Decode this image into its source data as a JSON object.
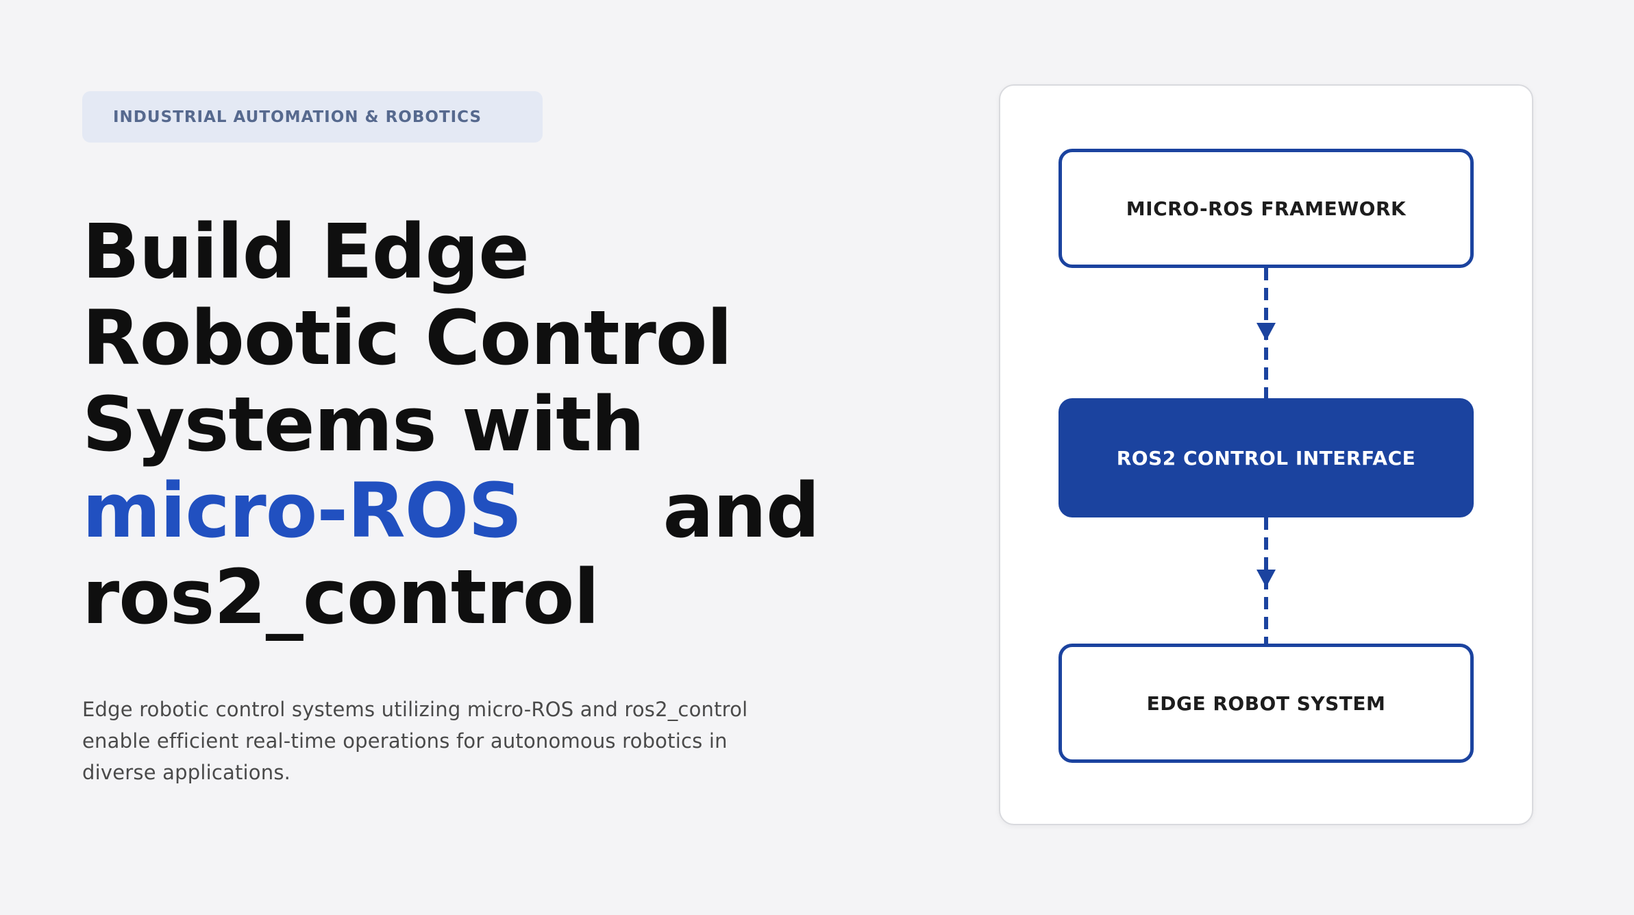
{
  "hero": {
    "badge_label": "INDUSTRIAL AUTOMATION & ROBOTICS",
    "heading": {
      "line1": "Build Edge",
      "line2": "Robotic Control",
      "line3": "Systems with",
      "accent": "micro-ROS",
      "after_accent": "and",
      "line5": "ros2_control"
    },
    "description": "Edge robotic control systems utilizing micro-ROS and ros2_control enable efficient real-time operations for autonomous robotics in diverse applications."
  },
  "diagram": {
    "nodes": [
      {
        "label": "MICRO-ROS FRAMEWORK",
        "variant": "outline"
      },
      {
        "label": "ROS2 CONTROL INTERFACE",
        "variant": "filled"
      },
      {
        "label": "EDGE ROBOT SYSTEM",
        "variant": "outline"
      }
    ]
  },
  "colors": {
    "accent_text": "#2150c0",
    "diagram_blue": "#1b439f",
    "badge_bg": "#e4e9f4",
    "badge_text": "#56698e",
    "page_bg": "#f4f4f6"
  }
}
